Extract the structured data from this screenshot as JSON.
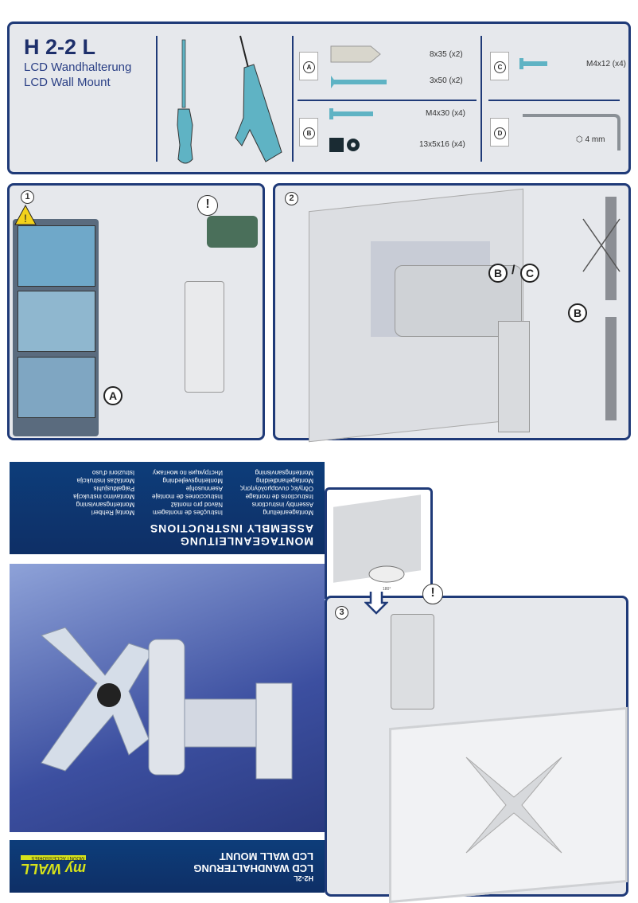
{
  "header": {
    "model": "H 2-2 L",
    "subtitle_de": "LCD Wandhalterung",
    "subtitle_en": "LCD Wall Mount"
  },
  "parts": [
    {
      "bag": "A",
      "items": [
        "8x35 (x2)",
        "3x50 (x2)"
      ]
    },
    {
      "bag": "B",
      "items": [
        "M4x30 (x4)",
        "13x5x16 (x4)"
      ]
    },
    {
      "bag": "C",
      "items": [
        "M4x12 (x4)"
      ]
    },
    {
      "bag": "D",
      "items": [
        "4 mm"
      ]
    }
  ],
  "step1": {
    "number": "1",
    "label": "A",
    "warning": "!"
  },
  "step2": {
    "number": "2",
    "label_b": "B",
    "slash": "/",
    "label_c": "C",
    "label_b2": "B"
  },
  "step3": {
    "number": "3",
    "warning": "!",
    "rotation": "180°"
  },
  "cover_top": {
    "title1": "MONTAGEANLEITUNG",
    "title2": "ASSEMBLY INSTRUCTIONS",
    "languages": [
      [
        "Montageanleitung",
        "Assembly instructions",
        "Instructions de montage",
        "Οδηγίες συναρμολόγησης",
        "Montagehandleiding",
        "Monteringsanvisning"
      ],
      [
        "Instruções de montagem",
        "Návod pro montáž",
        "Instrucciones de montaje",
        "Asennusohje",
        "Monteringsvejledning",
        "Инструкция по монтажу"
      ],
      [
        "Montaj Rehberi",
        "Monteringsanvisning",
        "Montavimo instrukcija",
        "Paigaldusjuhis",
        "Montāžas instrukcija",
        "Istruzioni d'uso"
      ]
    ]
  },
  "cover_bottom": {
    "model": "H2-2L",
    "line1": "LCD WANDHALTERUNG",
    "line2": "LCD WALL MOUNT",
    "logo": "my WALL",
    "logo_tag": "MOUNT ACCESSORIES"
  },
  "colors": {
    "navy": "#1f3a78",
    "panel": "#e6e8ec",
    "teal": "#5fb3c4",
    "band": "#0d3d7a",
    "logo": "#d6e21a"
  }
}
